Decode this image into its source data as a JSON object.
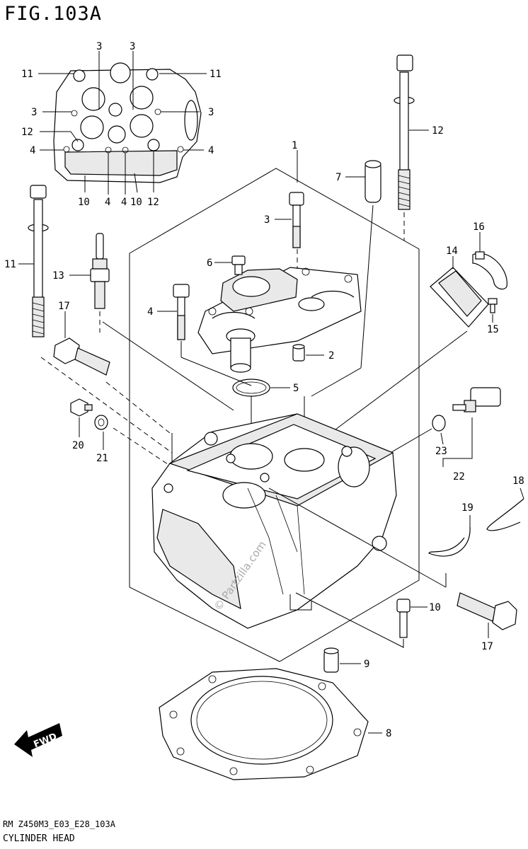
{
  "figure": {
    "title": "FIG.103A",
    "code": "RM Z450M3_E03_E28_103A",
    "caption": "CYLINDER HEAD",
    "watermark": "© Partzilla.com",
    "fwd_label": "FWD"
  },
  "callouts": {
    "inset_top_3a": "3",
    "inset_top_3b": "3",
    "inset_11_left": "11",
    "inset_11_right": "11",
    "inset_3_left": "3",
    "inset_3_right": "3",
    "inset_12_left": "12",
    "inset_4_left": "4",
    "inset_4_right": "4",
    "inset_bottom_10a": "10",
    "inset_bottom_4a": "4",
    "inset_bottom_4b": "4",
    "inset_bottom_10b": "10",
    "inset_bottom_12": "12",
    "p1": "1",
    "p2": "2",
    "p3": "3",
    "p4": "4",
    "p5": "5",
    "p6": "6",
    "p7": "7",
    "p8": "8",
    "p9": "9",
    "p10": "10",
    "p11": "11",
    "p12": "12",
    "p13": "13",
    "p14": "14",
    "p15": "15",
    "p16": "16",
    "p17_left": "17",
    "p17_right": "17",
    "p18": "18",
    "p19": "19",
    "p20": "20",
    "p21": "21",
    "p22": "22",
    "p23": "23"
  }
}
